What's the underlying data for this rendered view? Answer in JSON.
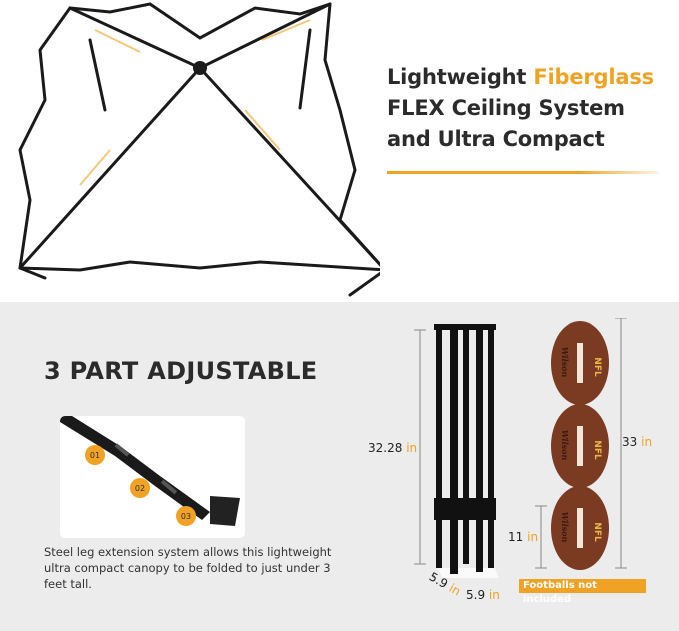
{
  "headline": {
    "line1_prefix": "Lightweight ",
    "line1_accent": "Fiberglass",
    "line2": "FLEX Ceiling System",
    "line3": "and Ultra Compact"
  },
  "adjustable": {
    "title": "3 PART ADJUSTABLE",
    "steps": [
      "01",
      "02",
      "03"
    ],
    "description": "Steel leg extension system allows this lightweight ultra compact canopy to be folded to just under 3 feet tall."
  },
  "dimensions": {
    "folded_height": {
      "value": "32.28",
      "unit": "in"
    },
    "depth": {
      "value": "5.9",
      "unit": "in"
    },
    "width": {
      "value": "5.9",
      "unit": "in"
    },
    "football_stack_height": {
      "value": "33",
      "unit": "in"
    },
    "football_height": {
      "value": "11",
      "unit": "in"
    }
  },
  "footballs": {
    "count": 3,
    "brand_text": "Wilson",
    "league_text": "NFL",
    "note": "Footballs not included"
  },
  "colors": {
    "accent": "#f0a224",
    "text": "#2b2b2b",
    "panel": "#ececec"
  }
}
